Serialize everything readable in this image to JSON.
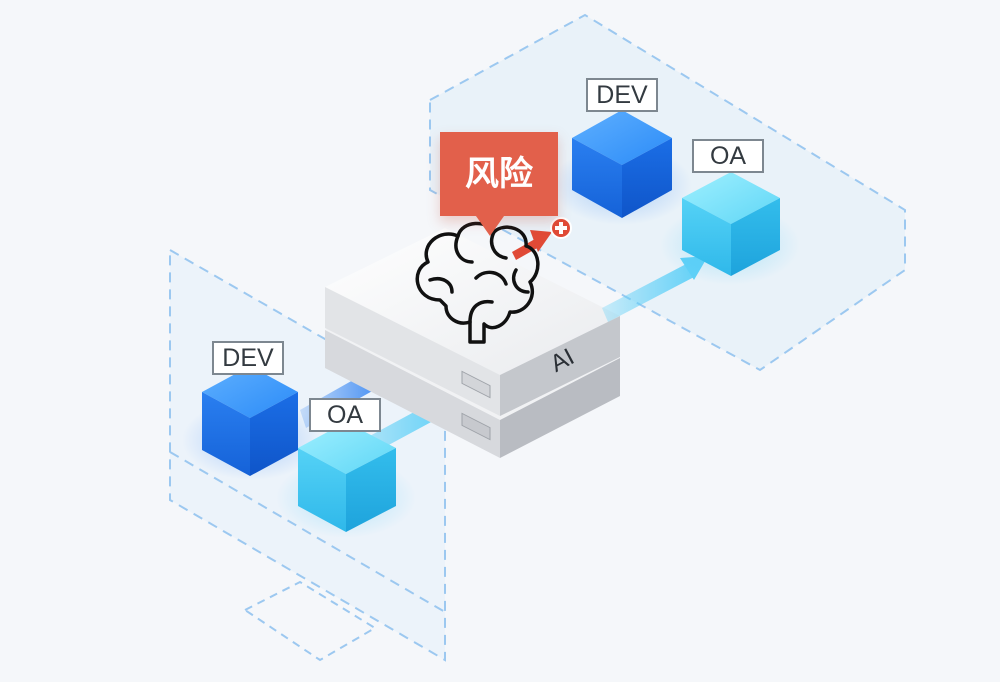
{
  "callout": {
    "text": "风险",
    "color": "#e2604b"
  },
  "server": {
    "label": "AI"
  },
  "left_group": {
    "dev_label": "DEV",
    "oa_label": "OA"
  },
  "right_group": {
    "dev_label": "DEV",
    "oa_label": "OA"
  },
  "colors": {
    "dev_cube": "#1f7df0",
    "oa_cube": "#3ec6f2",
    "dashed_outline": "#9cc8f0",
    "risk_badge": "#e04a36"
  },
  "icons": {
    "brain": "brain-icon",
    "risk_badge": "plus-badge-icon"
  }
}
